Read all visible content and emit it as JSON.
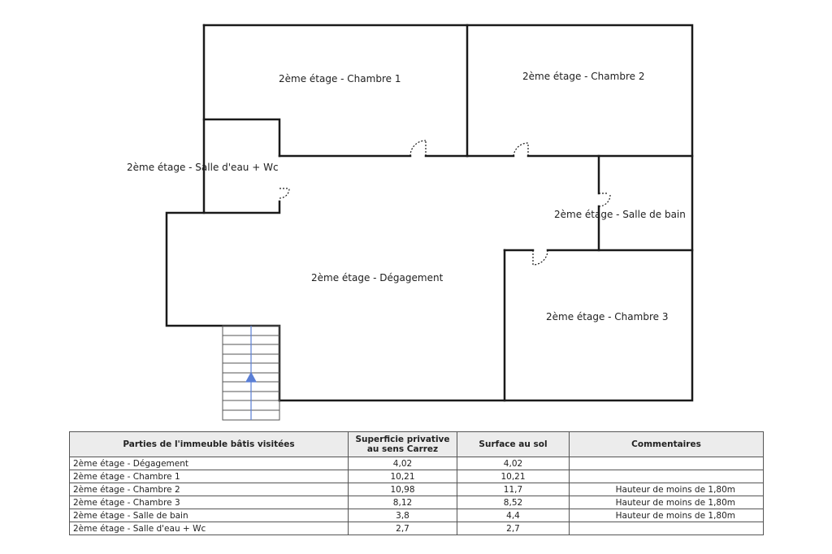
{
  "rooms": {
    "chambre1": "2ème étage - Chambre 1",
    "chambre2": "2ème étage - Chambre 2",
    "salle_eau": "2ème étage - Salle d'eau + Wc",
    "salle_bain": "2ème étage - Salle de bain",
    "degagement": "2ème étage - Dégagement",
    "chambre3": "2ème étage - Chambre 3"
  },
  "table": {
    "headers": {
      "parties": "Parties de l'immeuble bâtis visitées",
      "carrez": "Superficie privative au sens Carrez",
      "sol": "Surface au sol",
      "commentaires": "Commentaires"
    },
    "rows": [
      {
        "partie": "2ème étage - Dégagement",
        "carrez": "4,02",
        "sol": "4,02",
        "commentaire": ""
      },
      {
        "partie": "2ème étage - Chambre 1",
        "carrez": "10,21",
        "sol": "10,21",
        "commentaire": ""
      },
      {
        "partie": "2ème étage - Chambre 2",
        "carrez": "10,98",
        "sol": "11,7",
        "commentaire": "Hauteur de moins de 1,80m"
      },
      {
        "partie": "2ème étage - Chambre 3",
        "carrez": "8,12",
        "sol": "8,52",
        "commentaire": "Hauteur de moins de 1,80m"
      },
      {
        "partie": "2ème étage - Salle de bain",
        "carrez": "3,8",
        "sol": "4,4",
        "commentaire": "Hauteur de moins de 1,80m"
      },
      {
        "partie": "2ème étage - Salle d'eau + Wc",
        "carrez": "2,7",
        "sol": "2,7",
        "commentaire": ""
      }
    ]
  },
  "colors": {
    "walls": "#1a1a1a",
    "stair_arrow": "#5b7fd6",
    "header_bg": "#ececec"
  }
}
